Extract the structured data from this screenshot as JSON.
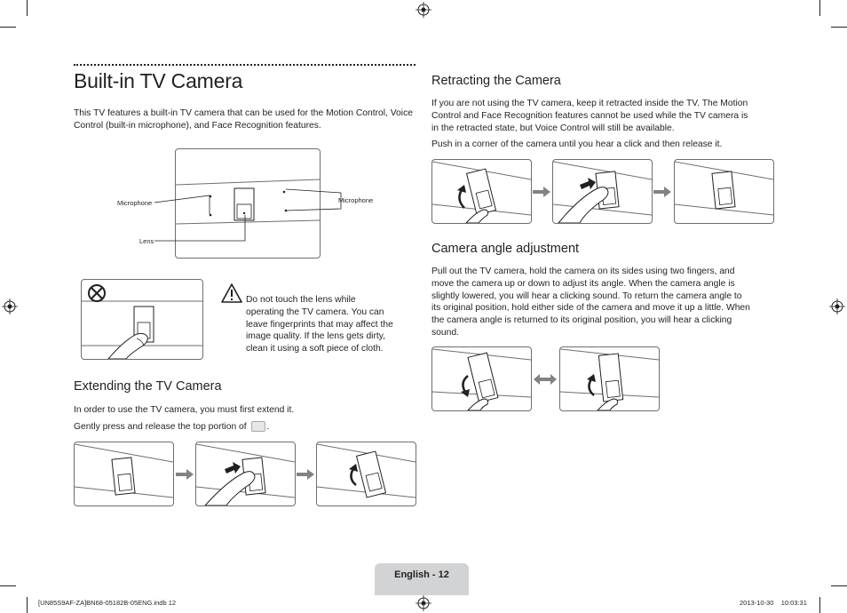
{
  "title": "Built-in TV Camera",
  "intro": "This TV features a built-in TV camera that can be used for the Motion Control, Voice Control (built-in microphone), and Face Recognition features.",
  "diagram": {
    "microphone_left": "Microphone",
    "microphone_right": "Microphone",
    "lens": "Lens"
  },
  "warning": {
    "line1": "Do not touch the lens while",
    "line2": "operating the TV camera. You can",
    "line3": "leave fingerprints that may affect the",
    "line4": "image quality. If the lens gets dirty,",
    "line5": "clean it using a soft piece of cloth."
  },
  "extending": {
    "heading": "Extending the TV Camera",
    "text1": "In order to use the TV camera, you must first extend it.",
    "text2_pre": "Gently press and release the top portion of",
    "text2_post": "."
  },
  "retracting": {
    "heading": "Retracting the Camera",
    "line1": "If you are not using the TV camera, keep it retracted inside the TV. The Motion",
    "line2": "Control and Face Recognition features cannot be used while the TV camera is",
    "line3": "in the retracted state, but Voice Control will still be available.",
    "line4": "Push in a corner of the camera until you hear a click and then release it."
  },
  "angle": {
    "heading": "Camera angle adjustment",
    "line1": "Pull out the TV camera, hold the camera on its sides using two fingers, and",
    "line2": "move the camera up or down to adjust its angle. When the camera angle is",
    "line3": "slightly lowered, you will hear a clicking sound. To return the camera angle to",
    "line4": "its original position, hold either side of the camera and move it up a little. When",
    "line5": "the camera angle is returned to its original position, you will hear a clicking",
    "line6": "sound."
  },
  "footer": {
    "page_label": "English - 12",
    "file_info": "[UN85S9AF-ZA]BN68-05182B-05ENG.indb   12",
    "timestamp": "2013-10-30      10:03:31"
  }
}
